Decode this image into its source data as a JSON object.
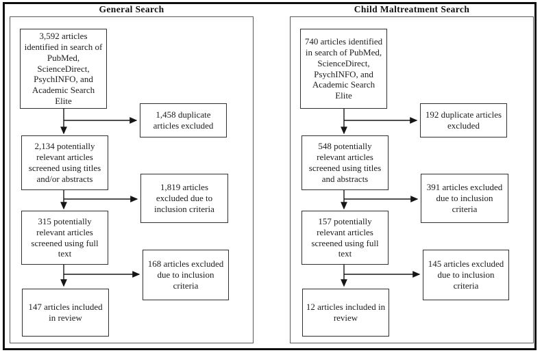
{
  "figure_type": "two-column literature search flow diagram",
  "colors": {
    "background": "#ffffff",
    "outer_frame_border": "#0d0d0d",
    "panel_border": "#585858",
    "box_border": "#2e2e2e",
    "text": "#1c1c1c",
    "arrow": "#161616"
  },
  "panels": [
    {
      "id": "general-search",
      "title": "General Search",
      "flow": [
        "3,592 articles identified in search of PubMed, ScienceDirect, PsychINFO, and Academic Search Elite",
        "2,134 potentially relevant articles screened using titles and/or abstracts",
        "315 potentially relevant articles screened using full text",
        "147 articles included in review"
      ],
      "exclusions": [
        "1,458 duplicate articles excluded",
        "1,819 articles excluded due to inclusion criteria",
        "168 articles excluded due to inclusion criteria"
      ]
    },
    {
      "id": "child-maltreatment-search",
      "title": "Child Maltreatment Search",
      "flow": [
        "740 articles identified in search of PubMed, ScienceDirect, PsychINFO, and Academic Search Elite",
        "548 potentially relevant articles screened using titles and abstracts",
        "157 potentially relevant articles screened using full text",
        "12 articles included in review"
      ],
      "exclusions": [
        "192 duplicate articles excluded",
        "391 articles excluded due to inclusion criteria",
        "145 articles excluded due to inclusion criteria"
      ]
    }
  ]
}
